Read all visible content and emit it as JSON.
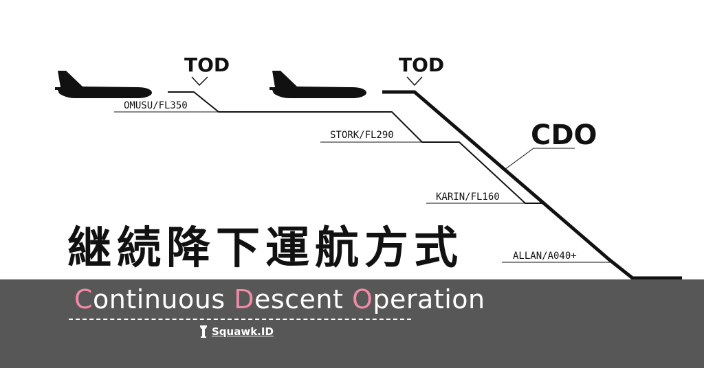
{
  "diagram": {
    "tod_labels": [
      "TOD",
      "TOD"
    ],
    "cdo_label": "CDO",
    "waypoints": [
      {
        "label": "OMUSU/FL350"
      },
      {
        "label": "STORK/FL290"
      },
      {
        "label": "KARIN/FL160"
      },
      {
        "label": "ALLAN/A040+"
      }
    ],
    "icons": [
      "airplane-icon",
      "airplane-icon",
      "control-tower-icon"
    ]
  },
  "title": {
    "japanese": "継続降下運航方式",
    "english_parts": [
      {
        "text": "C",
        "highlight": true
      },
      {
        "text": "ontinuous ",
        "highlight": false
      },
      {
        "text": "D",
        "highlight": true
      },
      {
        "text": "escent ",
        "highlight": false
      },
      {
        "text": "O",
        "highlight": true
      },
      {
        "text": "peration",
        "highlight": false
      }
    ]
  },
  "brand": {
    "name": "Squawk.ID"
  },
  "colors": {
    "background": "#ffffff",
    "band": "#575757",
    "ink": "#111111",
    "highlight": "#f08aa8",
    "band_text": "#ffffff"
  }
}
